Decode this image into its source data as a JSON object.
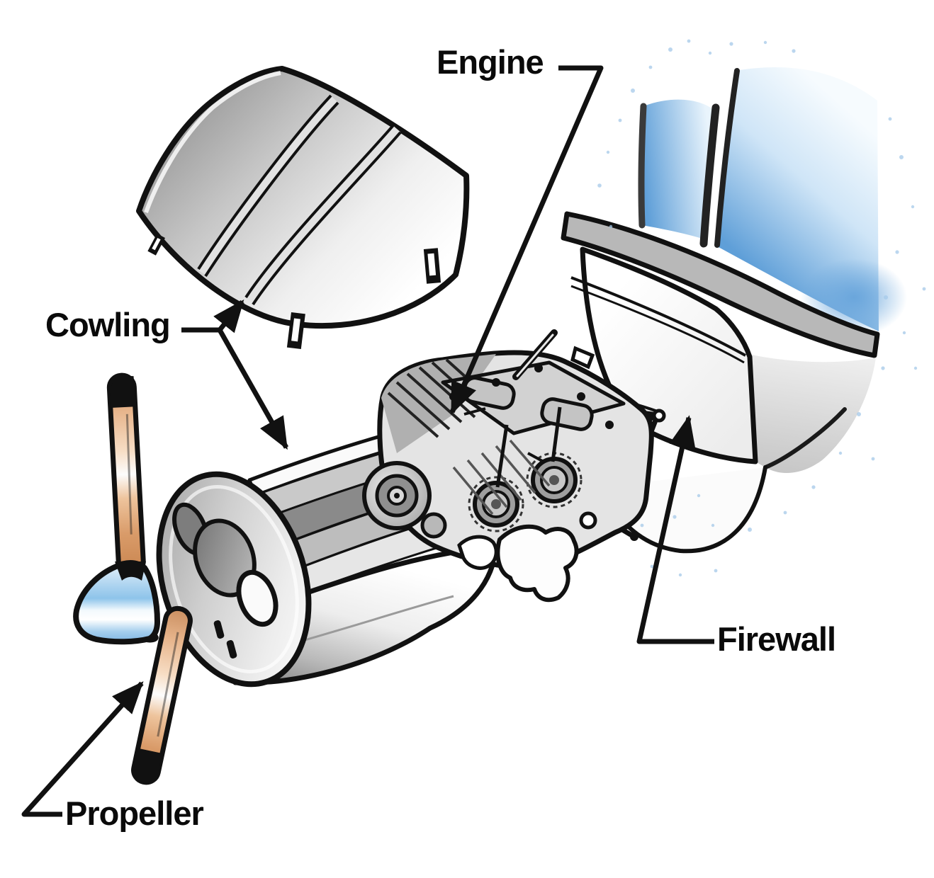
{
  "diagram": {
    "background": "#ffffff",
    "labels": {
      "engine": "Engine",
      "cowling": "Cowling",
      "firewall": "Firewall",
      "propeller": "Propeller"
    },
    "colors": {
      "outline": "#111111",
      "windshield_blue": "#5f9fd8",
      "spinner_blue": "#8ec4ea",
      "blade_tan": "#d99b69",
      "metal_light": "#f2f2f2",
      "metal_mid": "#c0c0c0",
      "metal_dark": "#8a8a8a"
    }
  }
}
